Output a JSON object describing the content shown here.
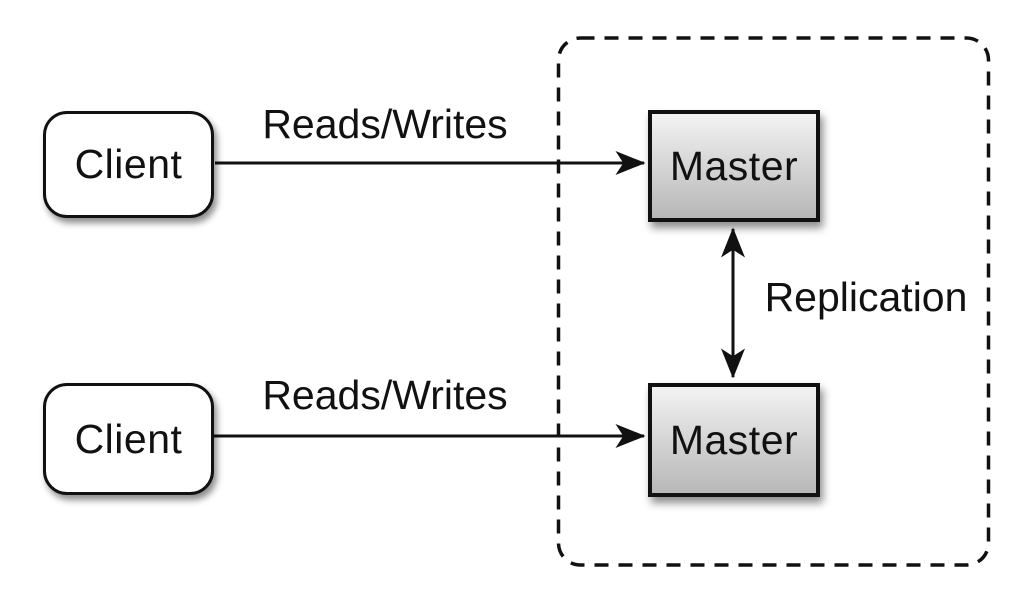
{
  "nodes": {
    "client_top": {
      "label": "Client"
    },
    "client_bottom": {
      "label": "Client"
    },
    "master_top": {
      "label": "Master"
    },
    "master_bottom": {
      "label": "Master"
    }
  },
  "edges": {
    "reads_writes_top": {
      "label": "Reads/Writes",
      "from": "client_top",
      "to": "master_top",
      "direction": "one-way"
    },
    "reads_writes_bottom": {
      "label": "Reads/Writes",
      "from": "client_bottom",
      "to": "master_bottom",
      "direction": "one-way"
    },
    "replication": {
      "label": "Replication",
      "from": "master_top",
      "to": "master_bottom",
      "direction": "two-way"
    }
  },
  "boundary": {
    "style": "dashed",
    "contains": [
      "master_top",
      "master_bottom"
    ]
  },
  "colors": {
    "stroke": "#111111",
    "client_fill": "#ffffff",
    "master_gradient_top": "#f3f3f3",
    "master_gradient_bottom": "#b7b7b7",
    "background": "#ffffff"
  }
}
